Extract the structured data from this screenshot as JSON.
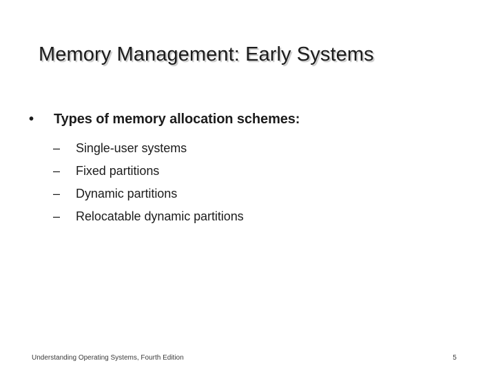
{
  "slide": {
    "title": "Memory Management: Early Systems",
    "bullets": [
      {
        "marker": "•",
        "text": "Types of memory allocation schemes:",
        "children": [
          {
            "marker": "–",
            "text": "Single-user systems"
          },
          {
            "marker": "–",
            "text": "Fixed partitions"
          },
          {
            "marker": "–",
            "text": "Dynamic partitions"
          },
          {
            "marker": "–",
            "text": "Relocatable dynamic partitions"
          }
        ]
      }
    ],
    "footer": {
      "source": "Understanding Operating Systems, Fourth Edition",
      "page_number": "5"
    },
    "colors": {
      "background": "#ffffff",
      "text": "#1c1c1c",
      "footer_text": "#3a3a3a",
      "title_shadow": "#969696"
    }
  }
}
